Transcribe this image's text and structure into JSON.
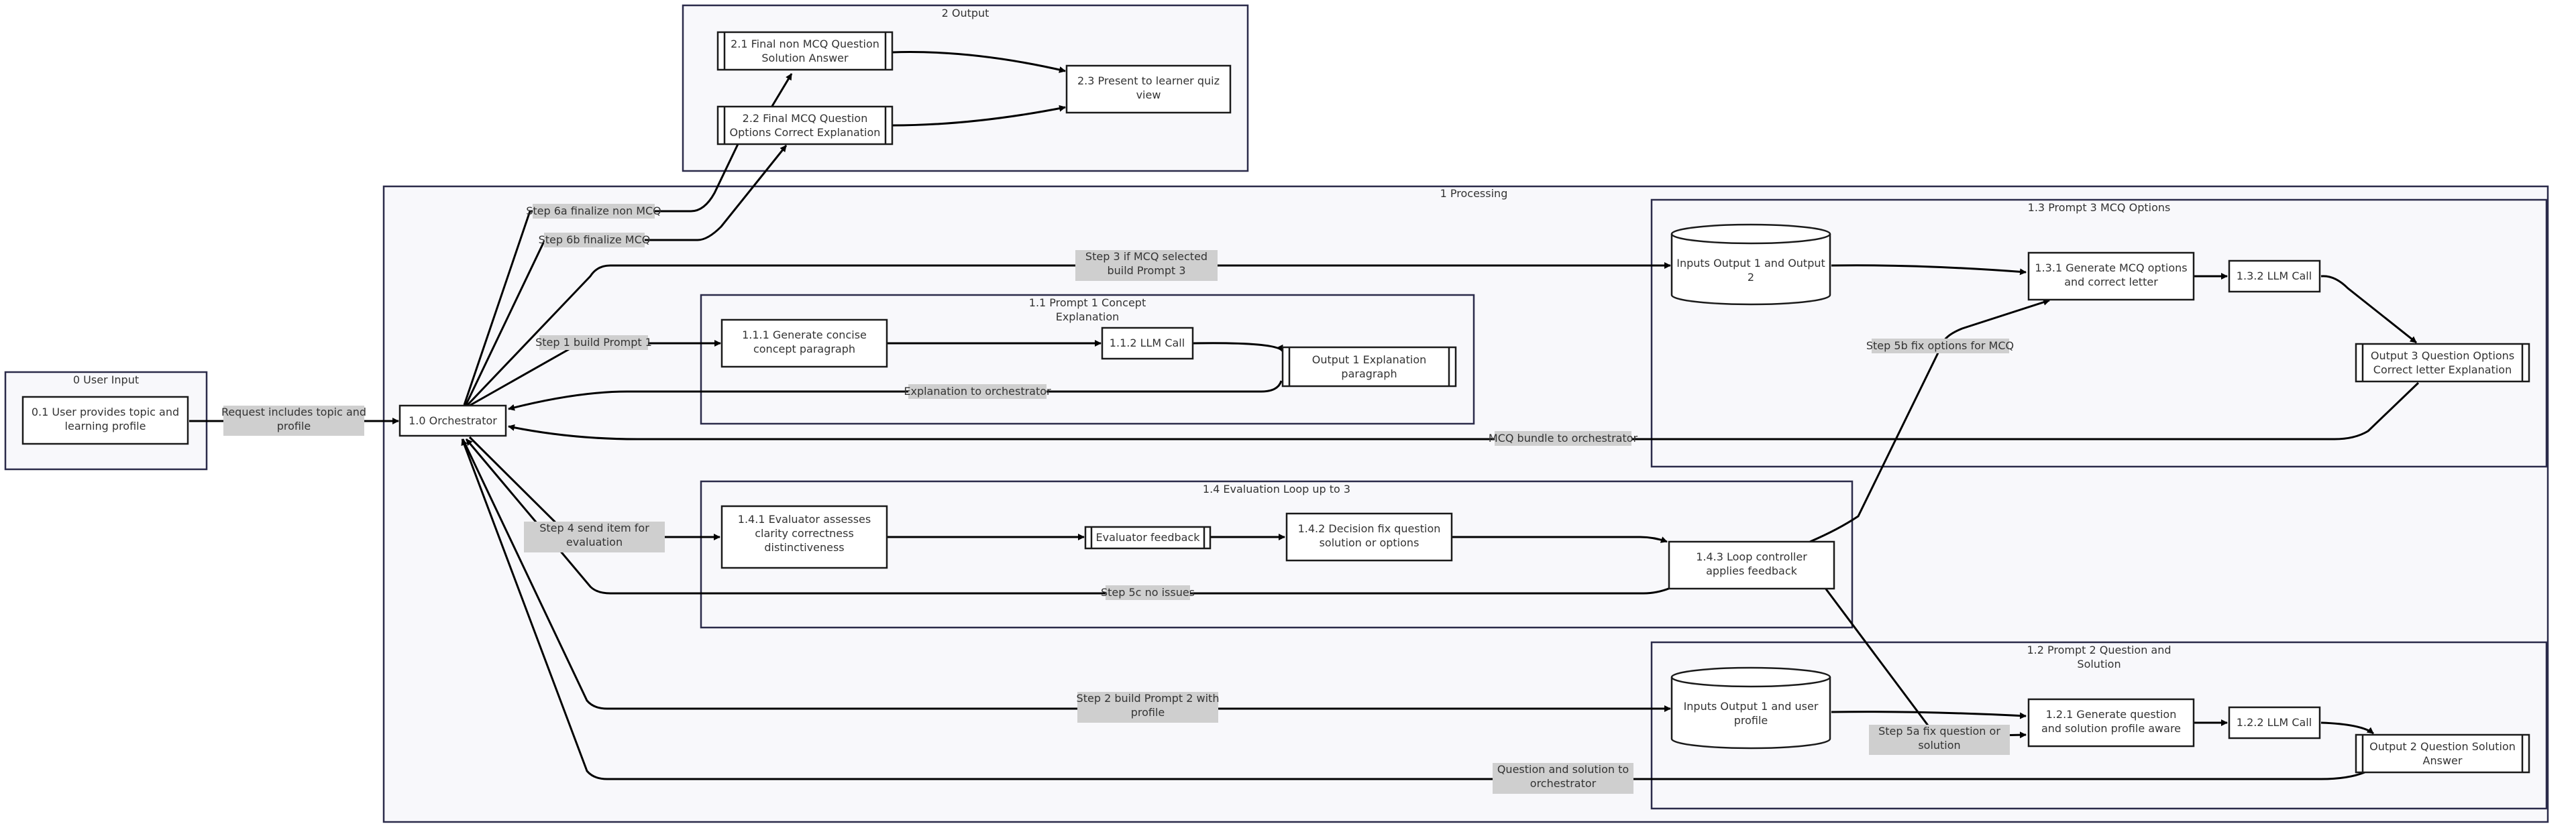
{
  "clusters": {
    "input": "0 User Input",
    "output": "2 Output",
    "processing": "1 Processing",
    "prompt1": [
      "1.1 Prompt 1 Concept",
      "Explanation"
    ],
    "prompt3": "1.3 Prompt 3 MCQ Options",
    "evaluation": "1.4 Evaluation Loop up to 3",
    "prompt2": [
      "1.2 Prompt 2 Question and",
      "Solution"
    ]
  },
  "nodes": {
    "user_request": [
      "0.1 User provides topic and",
      "learning profile"
    ],
    "orchestrator": [
      "1.0 Orchestrator"
    ],
    "final_non_mcq": [
      "2.1 Final non MCQ Question",
      "Solution Answer"
    ],
    "final_mcq": [
      "2.2 Final MCQ Question",
      "Options Correct Explanation"
    ],
    "present_learner": [
      "2.3 Present to learner quiz",
      "view"
    ],
    "generate_concept": [
      "1.1.1 Generate concise",
      "concept paragraph"
    ],
    "llm_call_1": [
      "1.1.2 LLM Call"
    ],
    "output_1": [
      "Output 1 Explanation",
      "paragraph"
    ],
    "inputs_out1_out2": [
      "Inputs Output 1 and Output",
      "2"
    ],
    "generate_mcq": [
      "1.3.1 Generate MCQ options",
      "and correct letter"
    ],
    "llm_call_3": [
      "1.3.2 LLM Call"
    ],
    "output_3": [
      "Output 3 Question Options",
      "Correct letter Explanation"
    ],
    "evaluator": [
      "1.4.1 Evaluator assesses",
      "clarity correctness",
      "distinctiveness"
    ],
    "evaluator_feedback": [
      "Evaluator feedback"
    ],
    "decision_fix": [
      "1.4.2 Decision fix question",
      "solution or options"
    ],
    "loop_controller": [
      "1.4.3 Loop controller",
      "applies feedback"
    ],
    "inputs_out1_profile": [
      "Inputs Output 1 and user",
      "profile"
    ],
    "generate_question": [
      "1.2.1 Generate question",
      "and solution profile aware"
    ],
    "llm_call_2": [
      "1.2.2 LLM Call"
    ],
    "output_2": [
      "Output 2 Question Solution",
      "Answer"
    ]
  },
  "edge_labels": {
    "request": [
      "Request includes topic and",
      "profile"
    ],
    "step6a": [
      "Step 6a finalize non MCQ"
    ],
    "step6b": [
      "Step 6b finalize MCQ"
    ],
    "step3": [
      "Step 3 if MCQ selected",
      "build Prompt 3"
    ],
    "step1": [
      "Step 1 build Prompt 1"
    ],
    "explanation_back": [
      "Explanation to orchestrator"
    ],
    "step5b": [
      "Step 5b fix options for MCQ"
    ],
    "mcq_bundle": [
      "MCQ bundle to orchestrator"
    ],
    "step4": [
      "Step 4 send item for",
      "evaluation"
    ],
    "step5c": [
      "Step 5c no issues"
    ],
    "step2": [
      "Step 2 build Prompt 2 with",
      "profile"
    ],
    "step5a": [
      "Step 5a fix question or",
      "solution"
    ],
    "question_back": [
      "Question and solution to",
      "orchestrator"
    ]
  },
  "colors": {
    "cluster_fill": "#f8f8fb",
    "cluster_stroke": "#2b2b4a",
    "edge": "#000000",
    "label_bg": "#cfcfcf",
    "text": "#333333"
  }
}
